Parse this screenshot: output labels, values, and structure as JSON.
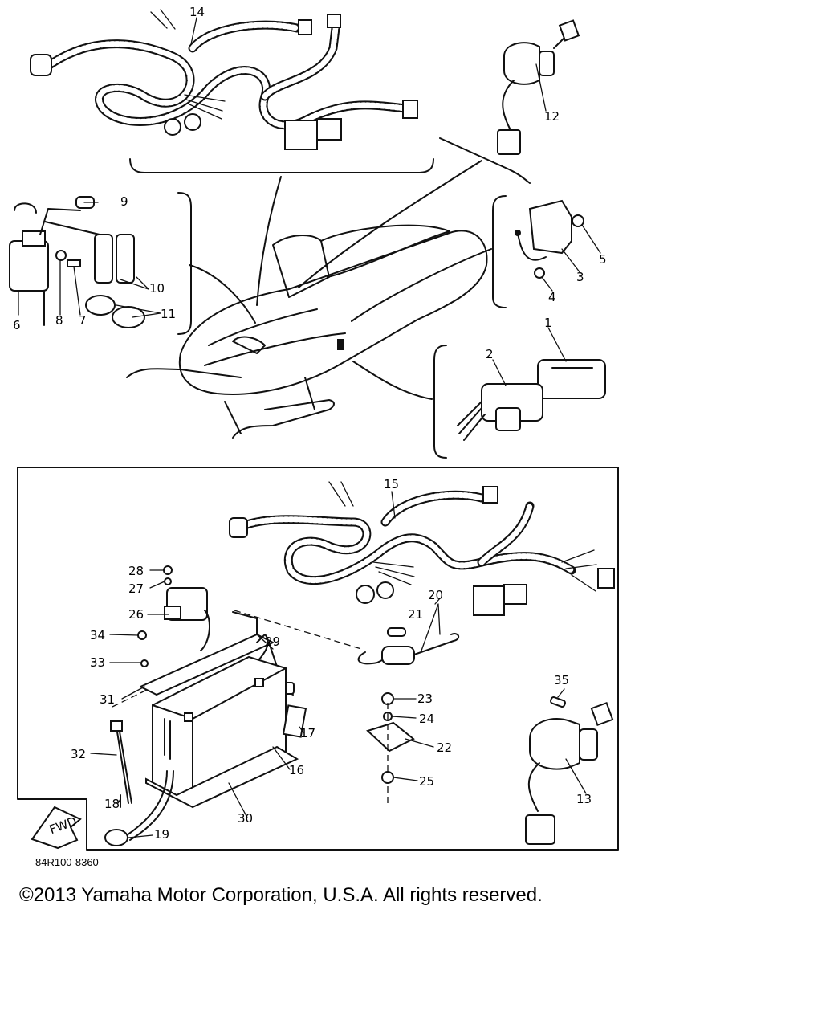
{
  "callouts": [
    {
      "id": "1",
      "text": "1"
    },
    {
      "id": "2",
      "text": "2"
    },
    {
      "id": "3",
      "text": "3"
    },
    {
      "id": "4",
      "text": "4"
    },
    {
      "id": "5",
      "text": "5"
    },
    {
      "id": "6",
      "text": "6"
    },
    {
      "id": "7",
      "text": "7"
    },
    {
      "id": "8",
      "text": "8"
    },
    {
      "id": "9",
      "text": "9"
    },
    {
      "id": "10",
      "text": "10"
    },
    {
      "id": "11",
      "text": "11"
    },
    {
      "id": "12",
      "text": "12"
    },
    {
      "id": "13",
      "text": "13"
    },
    {
      "id": "14",
      "text": "14"
    },
    {
      "id": "15",
      "text": "15"
    },
    {
      "id": "16",
      "text": "16"
    },
    {
      "id": "17",
      "text": "17"
    },
    {
      "id": "18",
      "text": "18"
    },
    {
      "id": "19",
      "text": "19"
    },
    {
      "id": "20",
      "text": "20"
    },
    {
      "id": "21",
      "text": "21"
    },
    {
      "id": "22",
      "text": "22"
    },
    {
      "id": "23",
      "text": "23"
    },
    {
      "id": "24",
      "text": "24"
    },
    {
      "id": "25",
      "text": "25"
    },
    {
      "id": "26",
      "text": "26"
    },
    {
      "id": "27",
      "text": "27"
    },
    {
      "id": "28",
      "text": "28"
    },
    {
      "id": "29",
      "text": "29"
    },
    {
      "id": "30",
      "text": "30"
    },
    {
      "id": "31",
      "text": "31"
    },
    {
      "id": "32",
      "text": "32"
    },
    {
      "id": "33",
      "text": "33"
    },
    {
      "id": "34",
      "text": "34"
    },
    {
      "id": "35",
      "text": "35"
    }
  ],
  "fwd_label": "FWD",
  "reference_code": "84R100-8360",
  "copyright": "©2013 Yamaha Motor Corporation, U.S.A. All rights reserved."
}
